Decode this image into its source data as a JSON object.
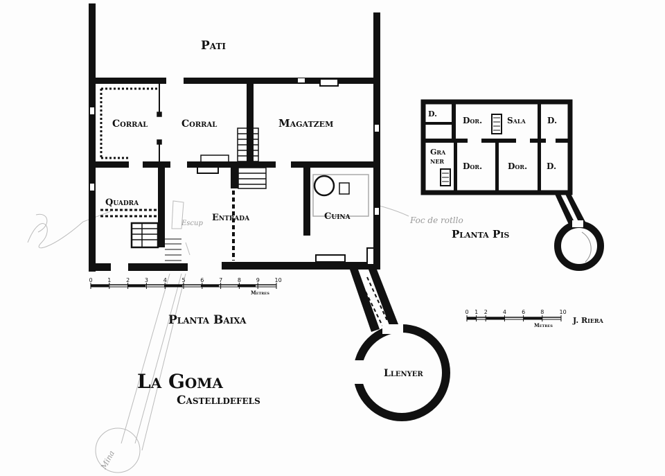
{
  "ground_floor": {
    "title": "Planta Baixa",
    "rooms": {
      "pati": "Pati",
      "corral_1": "Corral",
      "corral_2": "Corral",
      "magatzem": "Magatzem",
      "quadra": "Quadra",
      "entrada": "Entrada",
      "cuina": "Cuina",
      "llenyer": "Llenyer"
    },
    "scale": {
      "ticks": [
        "0",
        "1",
        "2",
        "3",
        "4",
        "5",
        "6",
        "7",
        "8",
        "9",
        "10"
      ],
      "unit": "Metres"
    }
  },
  "upper_floor": {
    "title": "Planta Pis",
    "rooms": {
      "d1": "D.",
      "dor1": "Dor.",
      "sala": "Sala",
      "d2": "D.",
      "graner_a": "Gra",
      "graner_b": "ner",
      "dor2": "Dor.",
      "dor3": "Dor.",
      "d3": "D."
    },
    "scale": {
      "ticks": [
        "0",
        "1",
        "2",
        "4",
        "6",
        "8",
        "10"
      ],
      "unit": "Metres"
    }
  },
  "title": "La Goma",
  "subtitle": "Castelldefels",
  "author": "J. Riera",
  "pencil_notes": {
    "note_left": "Foc de rotllo",
    "note_escala": "Escup",
    "note_mina": "Mina"
  }
}
